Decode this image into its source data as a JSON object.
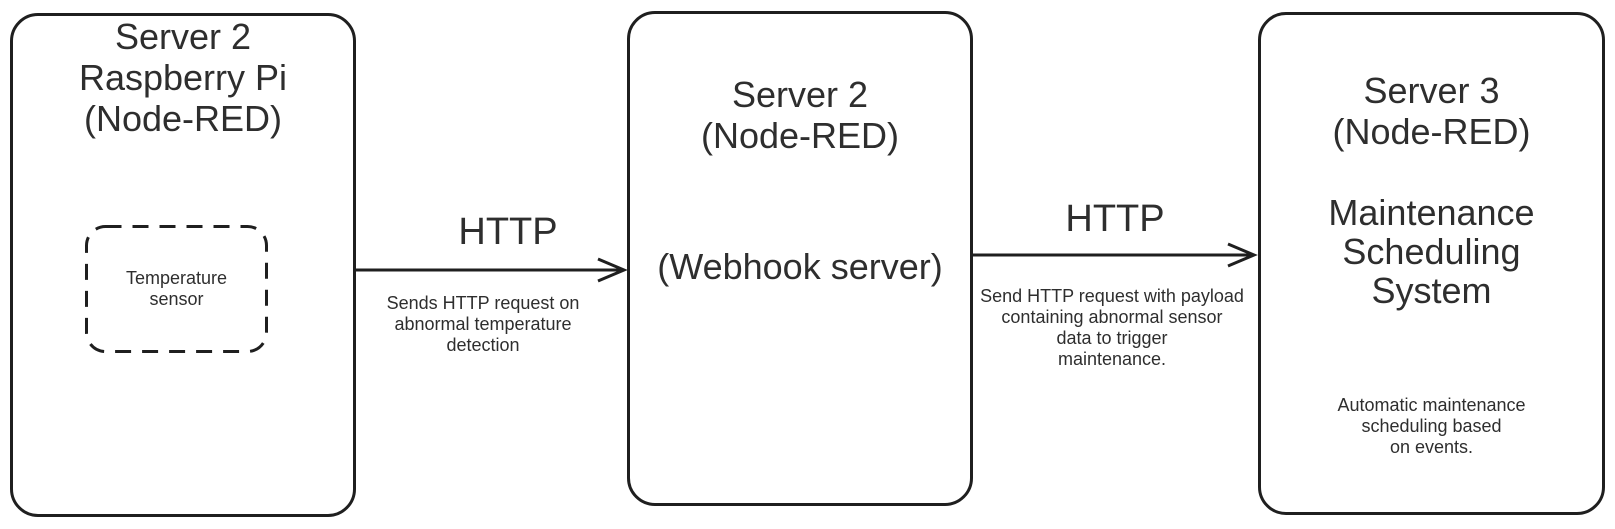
{
  "diagram": {
    "background": "#ffffff",
    "stroke_color": "#1f1f1f",
    "text_color": "#2e2e2e",
    "nodes": [
      {
        "id": "server2-raspberry-pi",
        "title": "Server 2\nRaspberry Pi\n(Node-RED)",
        "sensor_label": "Temperature\nsensor"
      },
      {
        "id": "server2-webhook",
        "title": "Server 2\n(Node-RED)",
        "subtitle": "(Webhook server)"
      },
      {
        "id": "server3-maintenance",
        "title": "Server 3\n(Node-RED)",
        "subtitle": "Maintenance\nScheduling\nSystem",
        "note": "Automatic maintenance\nscheduling based\non events."
      }
    ],
    "edges": [
      {
        "id": "pi-to-webhook",
        "label": "HTTP",
        "description": "Sends HTTP request on\nabnormal temperature\ndetection"
      },
      {
        "id": "webhook-to-scheduler",
        "label": "HTTP",
        "description": "Send HTTP request with payload\ncontaining abnormal sensor\ndata to trigger\nmaintenance."
      }
    ]
  }
}
